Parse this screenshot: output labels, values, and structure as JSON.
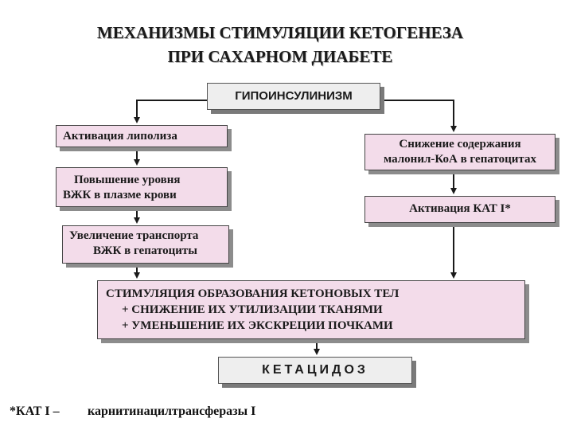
{
  "title": {
    "line1": "МЕХАНИЗМЫ СТИМУЛЯЦИИ КЕТОГЕНЕЗА",
    "line2": "ПРИ САХАРНОМ ДИАБЕТЕ"
  },
  "nodes": {
    "hypoinsulinism": "ГИПОИНСУЛИНИЗМ",
    "lipolysis": "Активация липолиза",
    "vzhk_level": {
      "line1": "Повышение уровня",
      "line2": "ВЖК в плазме крови"
    },
    "transport": {
      "line1": "Увеличение транспорта",
      "line2": "ВЖК в гепатоциты"
    },
    "malonyl": {
      "line1": "Снижение содержания",
      "line2": "малонил-КоА в гепатоцитах"
    },
    "kat": "Активация КАТ I*",
    "stimulation": {
      "line1": "СТИМУЛЯЦИЯ  ОБРАЗОВАНИЯ КЕТОНОВЫХ  ТЕЛ",
      "line2": "+ СНИЖЕНИЕ ИХ УТИЛИЗАЦИИ ТКАНЯМИ",
      "line3": "+ УМЕНЬШЕНИЕ ИХ ЭКСКРЕЦИИ ПОЧКАМИ"
    },
    "ketoacidosis": "КЕТАЦИДОЗ"
  },
  "footnote": {
    "term": "*КАТ I –",
    "definition": "карнитинацилтрансферазы I"
  },
  "colors": {
    "box_fill": "#f3dcea",
    "label_fill": "#eeeeee",
    "shadow": "#8c8c8c",
    "line": "#1a1a1a"
  }
}
